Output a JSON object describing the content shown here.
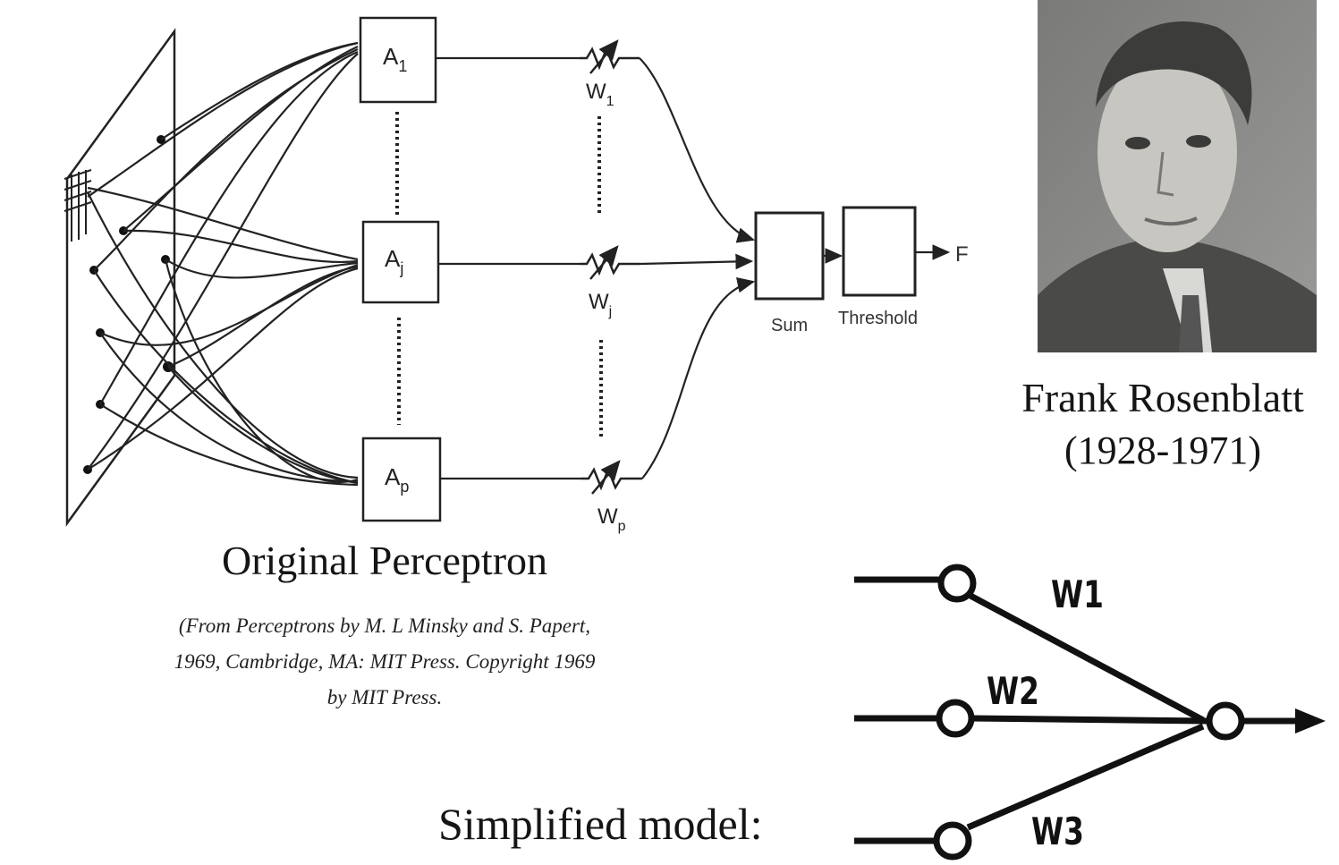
{
  "original": {
    "units": [
      {
        "name": "A",
        "sub": "1"
      },
      {
        "name": "A",
        "sub": "j"
      },
      {
        "name": "A",
        "sub": "p"
      }
    ],
    "weights": [
      {
        "name": "W",
        "sub": "1"
      },
      {
        "name": "W",
        "sub": "j"
      },
      {
        "name": "W",
        "sub": "p"
      }
    ],
    "sum_label": "Sum",
    "threshold_label": "Threshold",
    "output_label": "F",
    "caption": "Original Perceptron",
    "credit": [
      "(From Perceptrons by M. L Minsky and S. Papert,",
      "1969, Cambridge, MA: MIT Press. Copyright 1969",
      "by MIT Press."
    ]
  },
  "person": {
    "name": "Frank Rosenblatt",
    "years": "(1928-1971)"
  },
  "simplified": {
    "label": "Simplified model:",
    "weights": [
      "W1",
      "W2",
      "W3"
    ]
  }
}
